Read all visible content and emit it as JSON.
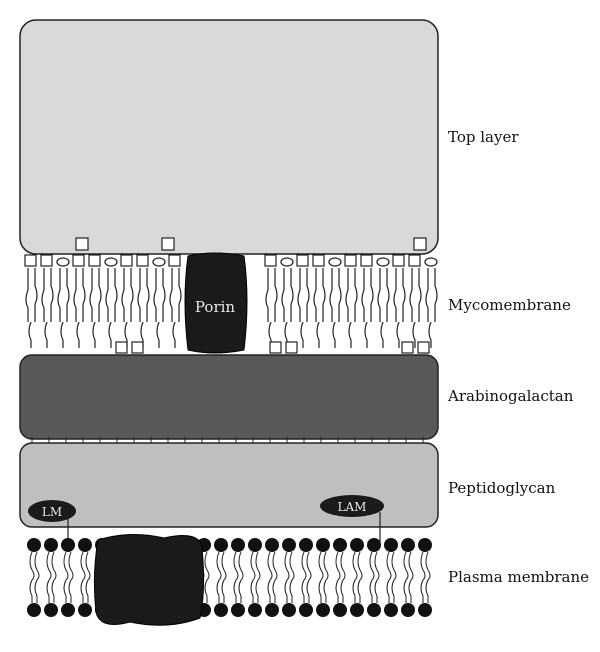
{
  "layers": [
    {
      "id": "top-layer",
      "label": "Top layer",
      "fill": "#d9d9d9"
    },
    {
      "id": "mycomembrane",
      "label": "Mycomembrane"
    },
    {
      "id": "arabinogalactan",
      "label": "Arabinogalactan",
      "fill": "#595959"
    },
    {
      "id": "peptidoglycan",
      "label": "Peptidoglycan",
      "fill": "#bfbfbf"
    },
    {
      "id": "plasma-membrane",
      "label": "Plasma membrane"
    }
  ],
  "proteins": {
    "porin": "Porin",
    "lm": "LM",
    "lam": "LAM"
  },
  "colors": {
    "outline": "#222222",
    "dark": "#1a1a1a",
    "label_text": "#111111",
    "protein_text": "#e8e8e8"
  }
}
